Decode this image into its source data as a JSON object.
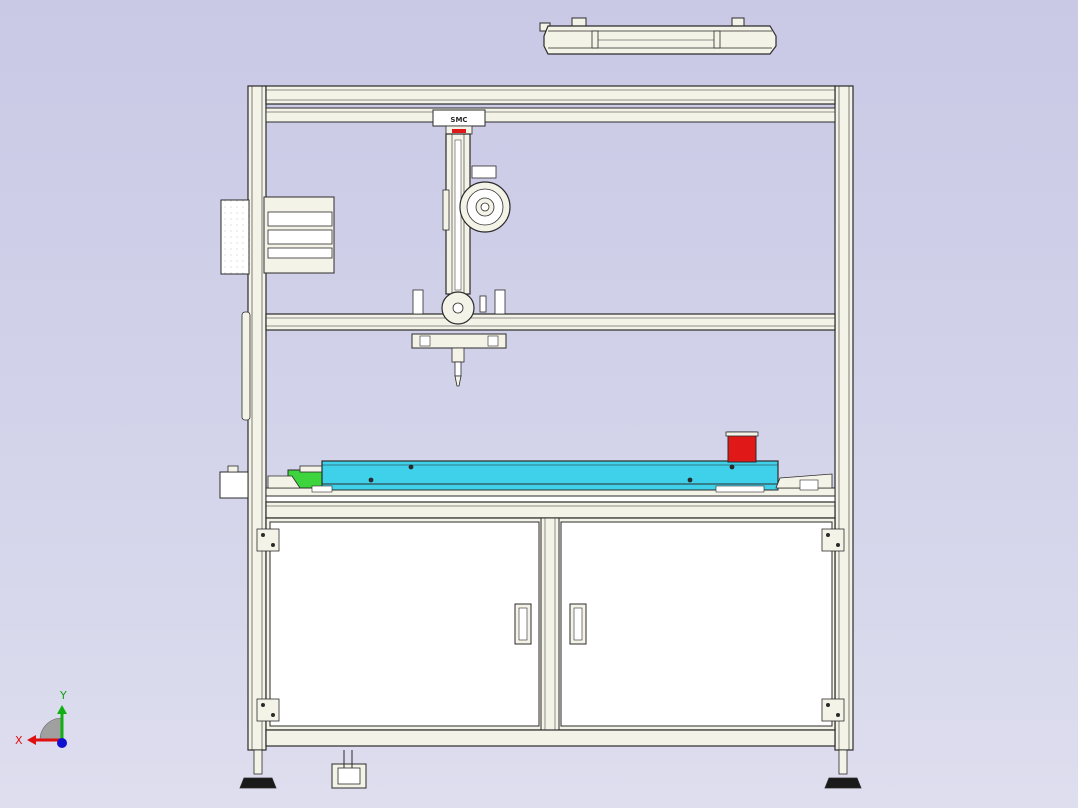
{
  "window": {
    "title": ""
  },
  "colors": {
    "background_top": "#c9c9e6",
    "background_bottom": "#dedeef",
    "frame_fill": "#f4f3e8",
    "line": "#2b2b2b",
    "conveyor_fill": "#3fd0ea",
    "green_part": "#3ed43e",
    "red_block": "#e01818",
    "axis_x": "#e01010",
    "axis_y": "#10b010",
    "axis_z": "#1010d0"
  },
  "axis_triad": {
    "x_label": "X",
    "y_label": "Y"
  },
  "parts": {
    "overhead_light": {
      "icon": "light-fixture-icon"
    },
    "top_beam_logo": {
      "text": "SMC"
    },
    "door_handle_left": {
      "icon": "door-handle-icon"
    },
    "door_handle_right": {
      "icon": "door-handle-icon"
    }
  }
}
